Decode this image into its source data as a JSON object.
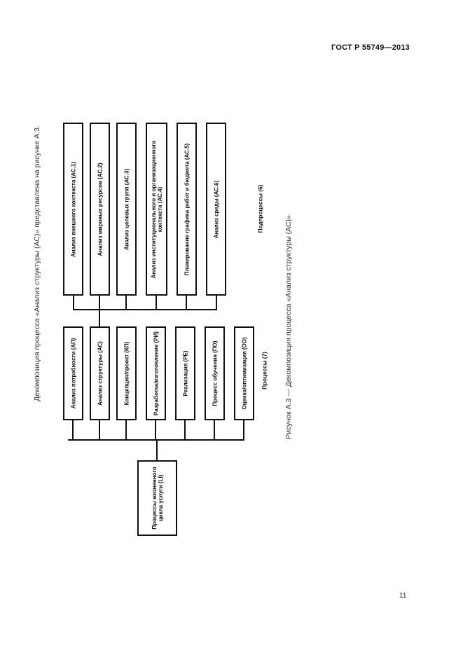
{
  "header": {
    "code": "ГОСТ Р 55749—2013"
  },
  "intro_text": "Декомпозиция процесса «Анализ структуры (АС)» представлена на рисунке А.3.",
  "figure": {
    "root": {
      "label": "Процессы жизненного цикла услуги (LI)"
    },
    "processes_group_label": "Процессы (7)",
    "processes": [
      {
        "label": "Анализ потребности (АП)"
      },
      {
        "label": "Анализ структуры (АС)"
      },
      {
        "label": "Концепция/проект (КП)"
      },
      {
        "label": "Разработка/изготовление (РИ)"
      },
      {
        "label": "Реализация (РЕ)"
      },
      {
        "label": "Процесс обучения (ПО)"
      },
      {
        "label": "Оценка/оптимизация (ОО)"
      }
    ],
    "subprocesses_group_label": "Подпроцессы (6)",
    "subprocesses": [
      {
        "label": "Анализ внешнего контекста (АС.1)"
      },
      {
        "label": "Анализ мировых ресурсов (АС.2)"
      },
      {
        "label": "Анализ целевых групп (АС.3)"
      },
      {
        "label": "Анализ институционального и организационного контекста (АС.4)"
      },
      {
        "label": "Планирование графика работ и бюджета (АС.5)"
      },
      {
        "label": "Анализ среды (АС.6)"
      }
    ]
  },
  "caption": "Рисунок А.3 — Декомпозиция процесса «Анализ структуры (АС)»",
  "page_number": "11"
}
